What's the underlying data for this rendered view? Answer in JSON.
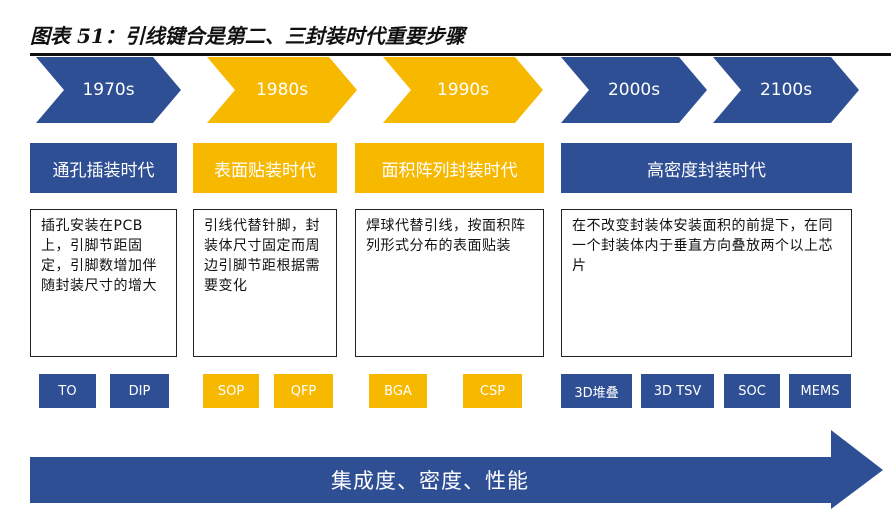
{
  "title": "图表 51：引线键合是第二、三封装时代重要步骤",
  "decades": [
    {
      "label": "1970s",
      "color": "blue"
    },
    {
      "label": "1980s",
      "color": "gold"
    },
    {
      "label": "1990s",
      "color": "gold"
    },
    {
      "label": "2000s",
      "color": "blue"
    },
    {
      "label": "2100s",
      "color": "blue"
    }
  ],
  "eras": [
    {
      "label": "通孔插装时代",
      "color": "blue"
    },
    {
      "label": "表面贴装时代",
      "color": "gold"
    },
    {
      "label": "面积阵列封装时代",
      "color": "gold"
    },
    {
      "label": "高密度封装时代",
      "color": "blue"
    }
  ],
  "descriptions": [
    "插孔安装在PCB上，引脚节距固定，引脚数增加伴随封装尺寸的增大",
    "引线代替针脚，封装体尺寸固定而周边引脚节距根据需要变化",
    "焊球代替引线，按面积阵列形式分布的表面贴装",
    "在不改变封装体安装面积的前提下，在同一个封装体内于垂直方向叠放两个以上芯片"
  ],
  "packages": [
    {
      "label": "TO",
      "color": "blue"
    },
    {
      "label": "DIP",
      "color": "blue"
    },
    {
      "label": "SOP",
      "color": "gold"
    },
    {
      "label": "QFP",
      "color": "gold"
    },
    {
      "label": "BGA",
      "color": "gold"
    },
    {
      "label": "CSP",
      "color": "gold"
    },
    {
      "label": "3D堆叠",
      "color": "blue"
    },
    {
      "label": "3D TSV",
      "color": "blue"
    },
    {
      "label": "SOC",
      "color": "blue"
    },
    {
      "label": "MEMS",
      "color": "blue"
    }
  ],
  "trend_arrow": "集成度、密度、性能",
  "colors": {
    "blue": "#2f4f95",
    "gold": "#f7b800"
  }
}
